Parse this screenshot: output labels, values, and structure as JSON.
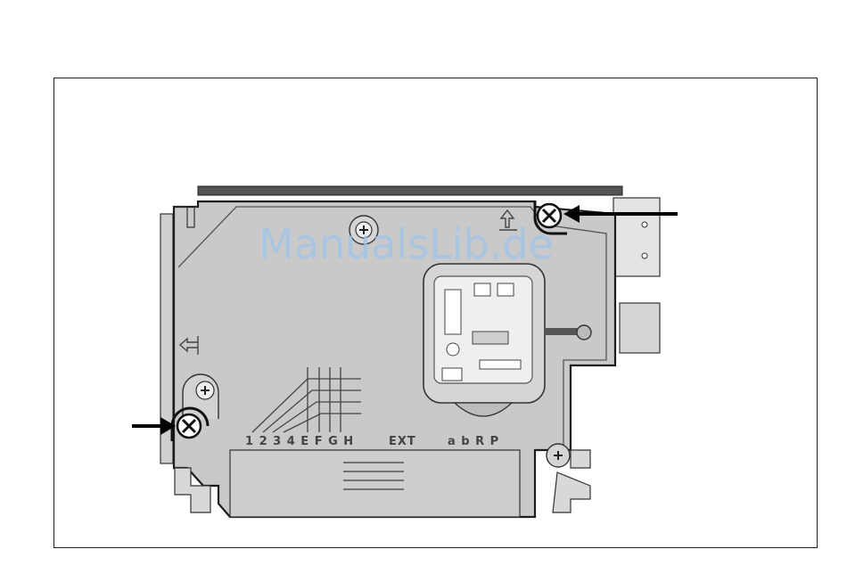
{
  "watermark": "ManualsLib.de",
  "terminal_labels": {
    "group_1": "1 2 3 4 E F G H",
    "group_2": "EXT",
    "group_3": "a b R P"
  },
  "colors": {
    "housing": "#c9c9c9",
    "housing_dark": "#8f8f8f",
    "outline": "#1c1c1c",
    "arrow": "#000000",
    "watermark": "#9fc4ea"
  },
  "icons": {
    "screw_removal": "screw-x-icon",
    "screw_fixed": "screw-plus-icon",
    "pointer": "arrow-left-icon"
  }
}
